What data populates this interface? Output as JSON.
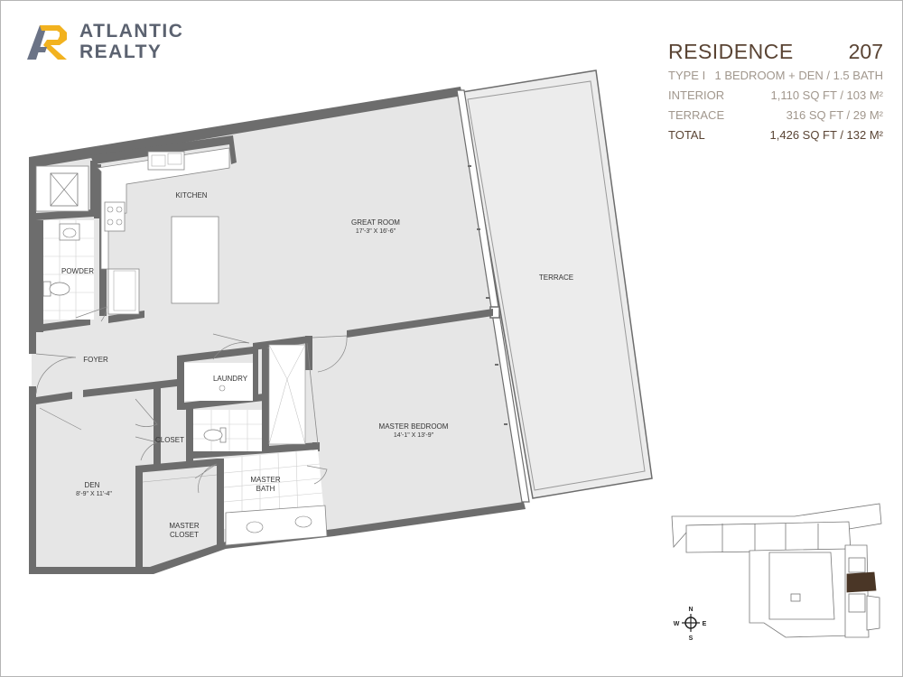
{
  "brand": {
    "line1": "ATLANTIC",
    "line2": "REALTY",
    "colors": {
      "mark_gray": "#6b7386",
      "mark_gold": "#f2b21f",
      "text": "#5b6270"
    }
  },
  "residence": {
    "title": "RESIDENCE",
    "number": "207",
    "type_label": "TYPE I",
    "type_value": "1 BEDROOM + DEN / 1.5 BATH",
    "interior_label": "INTERIOR",
    "interior_value": "1,110 SQ FT / 103 M²",
    "terrace_label": "TERRACE",
    "terrace_value": "316 SQ FT / 29 M²",
    "total_label": "TOTAL",
    "total_value": "1,426 SQ FT / 132 M²"
  },
  "rooms": {
    "kitchen": "KITCHEN",
    "great_room": "GREAT ROOM",
    "great_room_dims": "17'-3\" X 16'-6\"",
    "terrace": "TERRACE",
    "powder": "POWDER",
    "foyer": "FOYER",
    "laundry": "LAUNDRY",
    "master_bedroom": "MASTER BEDROOM",
    "master_bedroom_dims": "14'-1\" X 13'-9\"",
    "closet": "CLOSET",
    "den": "DEN",
    "den_dims": "8'-9\" X 11'-4\"",
    "master_bath_1": "MASTER",
    "master_bath_2": "BATH",
    "master_closet_1": "MASTER",
    "master_closet_2": "CLOSET"
  },
  "compass": {
    "n": "N",
    "s": "S",
    "e": "E",
    "w": "W"
  },
  "colors": {
    "wall": "#6d6d6d",
    "floor": "#e6e6e6",
    "terrace": "#ececec",
    "tile": "#ffffff",
    "highlight_unit": "#4a3626",
    "key_plan_line": "#777777",
    "info_text": "#a1978d",
    "info_title": "#5a4434"
  }
}
